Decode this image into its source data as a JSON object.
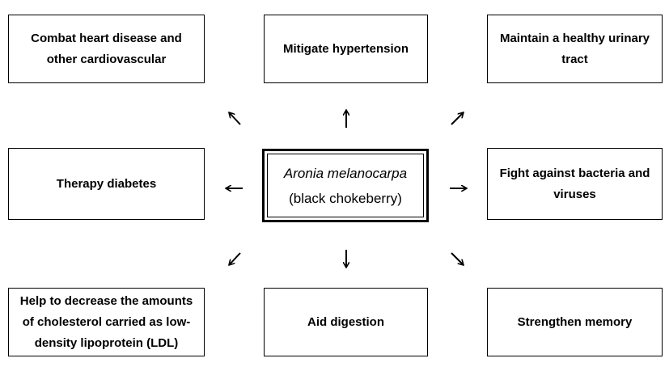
{
  "center": {
    "scientific_name": "Aronia melanocarpa",
    "common_name": "(black chokeberry)"
  },
  "benefits": {
    "top_left": "Combat heart disease and other cardiovascular",
    "top_center": "Mitigate hypertension",
    "top_right": "Maintain a healthy urinary tract",
    "middle_left": "Therapy diabetes",
    "middle_right": "Fight against bacteria and viruses",
    "bottom_left": "Help to decrease the amounts of cholesterol carried as low-density lipoprotein (LDL)",
    "bottom_center": "Aid digestion",
    "bottom_right": "Strengthen memory"
  }
}
